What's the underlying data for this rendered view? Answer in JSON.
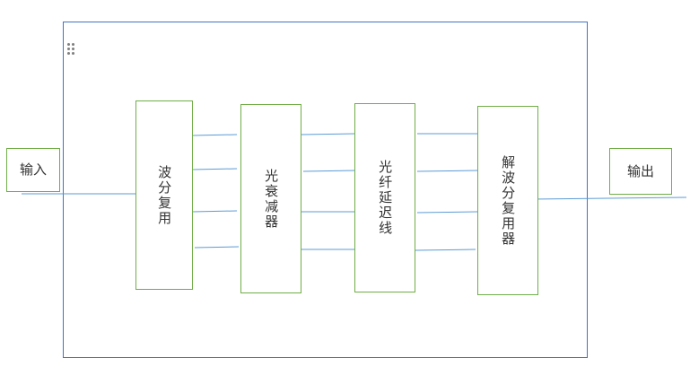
{
  "diagram": {
    "input_label": "输入",
    "output_label": "输出",
    "blocks": [
      {
        "key": "wdm",
        "label": "波分复用"
      },
      {
        "key": "attenuator",
        "label": "光衰减器"
      },
      {
        "key": "delay_line",
        "label": "光纤延迟线"
      },
      {
        "key": "demux",
        "label": "解波分复用器"
      }
    ]
  },
  "colors": {
    "frame": "#4472c4",
    "box_border": "#70ad47",
    "connector": "#5b9bd5",
    "handle": "#7f7f7f"
  },
  "icons": {
    "drag_handle": "drag-handle-icon"
  }
}
